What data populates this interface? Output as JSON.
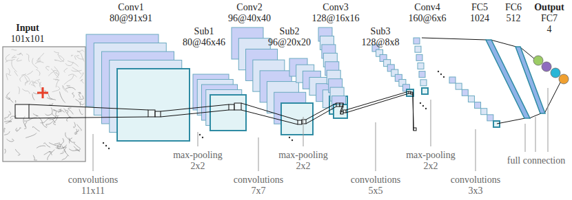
{
  "diagram": {
    "nodes": [
      {
        "text": [
          "Input",
          "101x101"
        ]
      },
      {
        "text": [
          "Conv1",
          "80@91x91"
        ]
      },
      {
        "text": [
          "Sub1",
          "80@46x46"
        ]
      },
      {
        "text": [
          "Conv2",
          "96@40x40"
        ]
      },
      {
        "text": [
          "Sub2",
          "96@20x20"
        ]
      },
      {
        "text": [
          "Conv3",
          "128@16x16"
        ]
      },
      {
        "text": [
          "Sub3",
          "128@8x8"
        ]
      },
      {
        "text": [
          "Conv4",
          "160@6x6"
        ]
      },
      {
        "text": [
          "FC5",
          "1024"
        ]
      },
      {
        "text": [
          "FC6",
          "512"
        ]
      },
      {
        "text": [
          "Output",
          "FC7",
          "4"
        ]
      }
    ],
    "labels": [
      "convolutions 11x11",
      "max-pooling 2x2",
      "convolutions 7x7",
      "max-pooling 2x2",
      "convolutions 5x5",
      "max-pooling 2x2",
      "convolutions 3x3",
      "full connection"
    ]
  }
}
